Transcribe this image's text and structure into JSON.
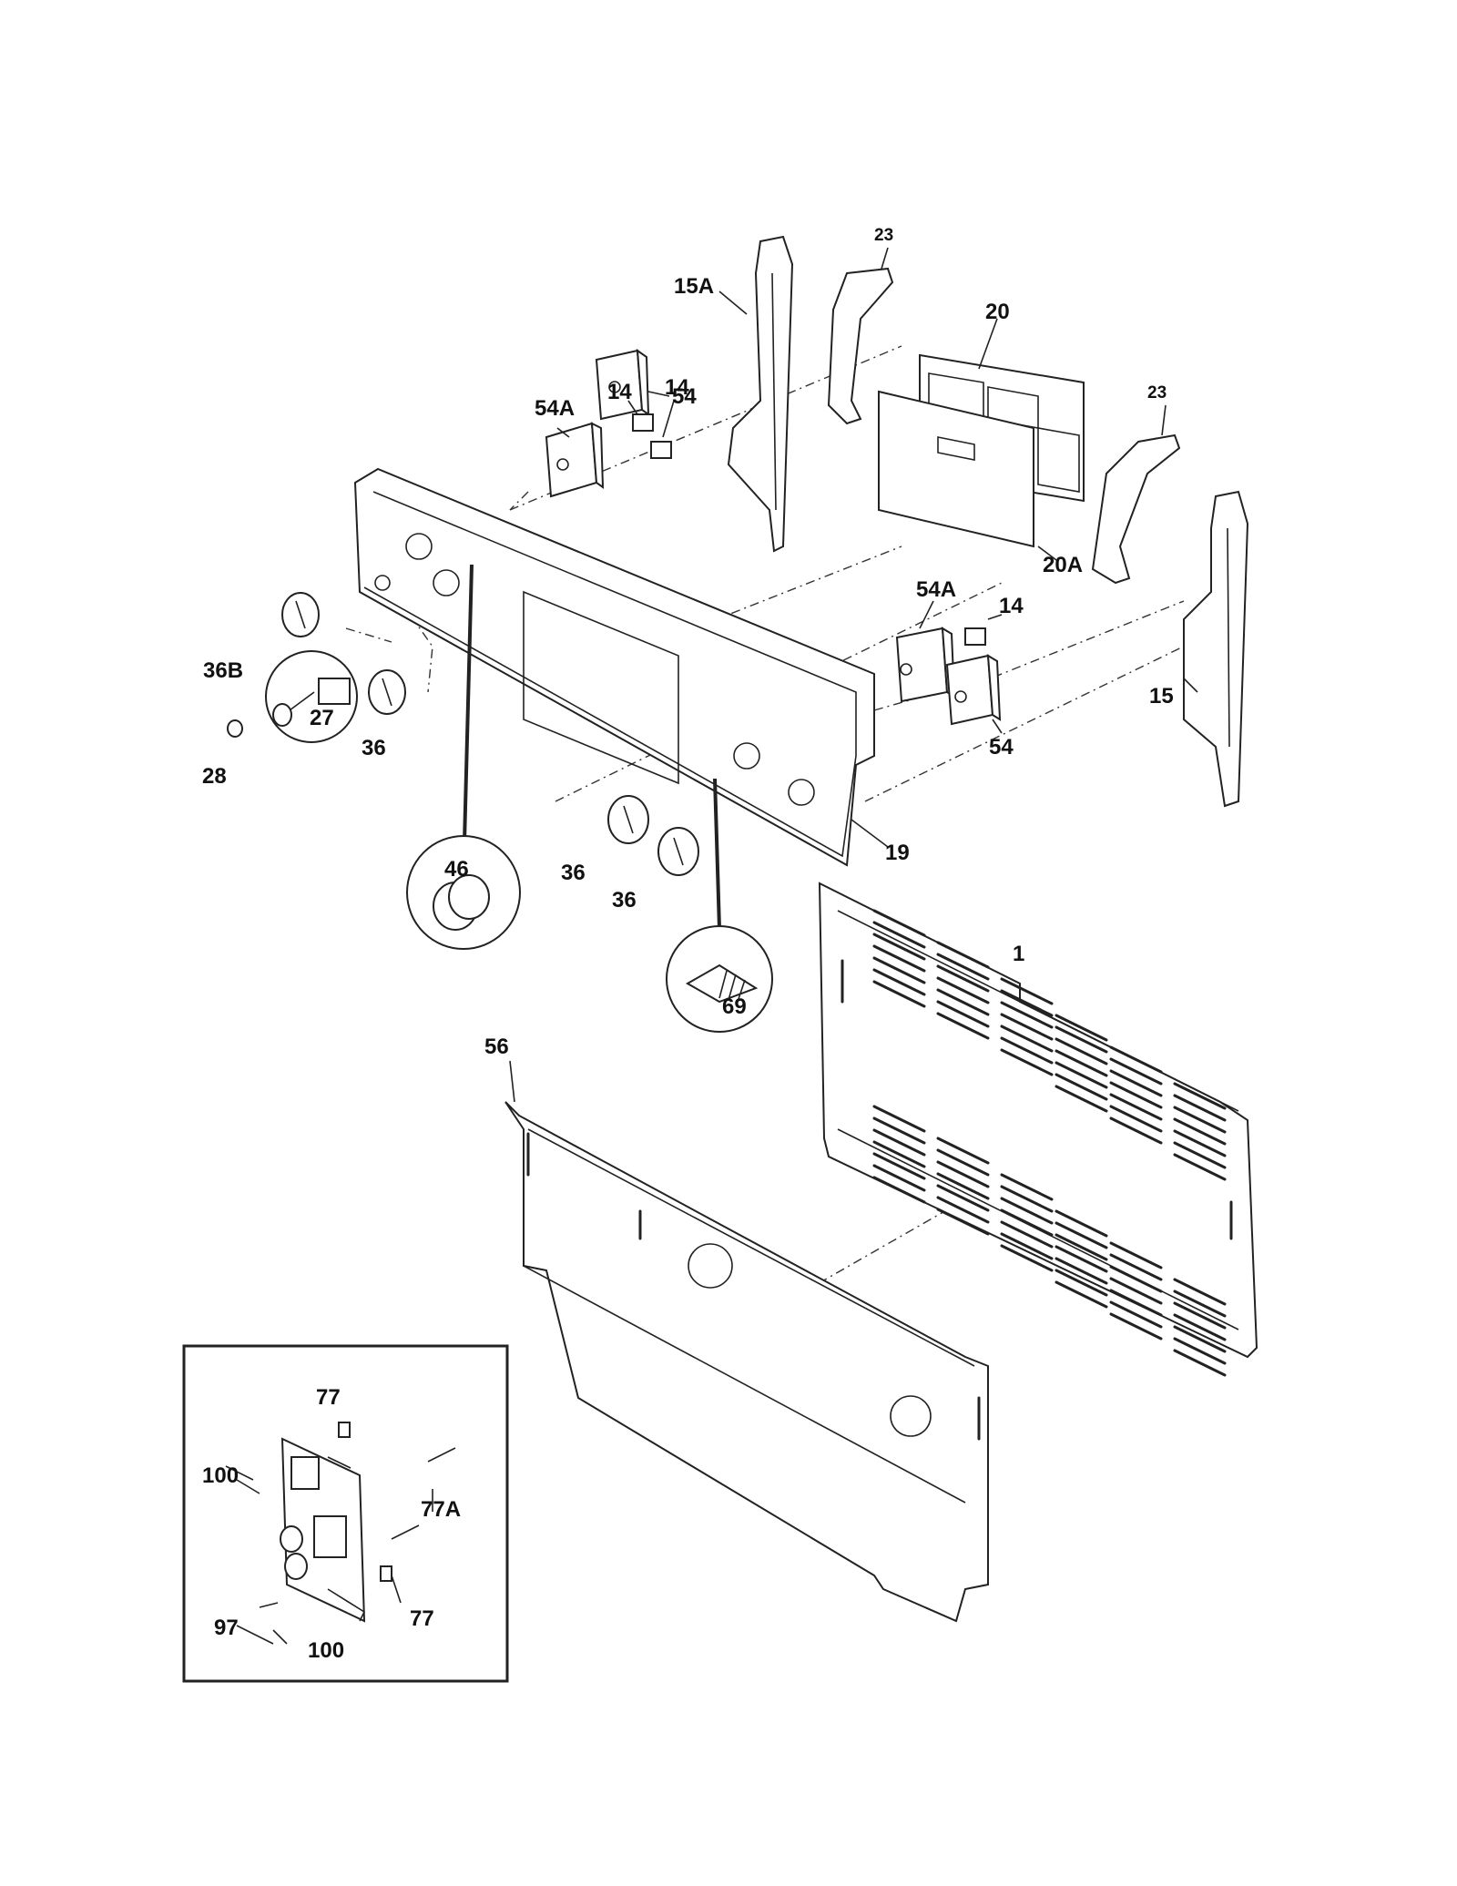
{
  "labels": {
    "p1": "1",
    "p14a": "14",
    "p14b": "14",
    "p14c": "14",
    "p15": "15",
    "p15a": "15A",
    "p19": "19",
    "p20": "20",
    "p20a": "20A",
    "p23a": "23",
    "p23b": "23",
    "p27": "27",
    "p28": "28",
    "p36a": "36",
    "p36b": "36",
    "p36c": "36",
    "p36b_knob": "36B",
    "p46": "46",
    "p54a": "54",
    "p54b": "54",
    "p54a_1": "54A",
    "p54a_2": "54A",
    "p56": "56",
    "p69": "69",
    "p77a": "77",
    "p77b": "77",
    "p77a_pin": "77A",
    "p97": "97",
    "p100a": "100",
    "p100b": "100"
  }
}
